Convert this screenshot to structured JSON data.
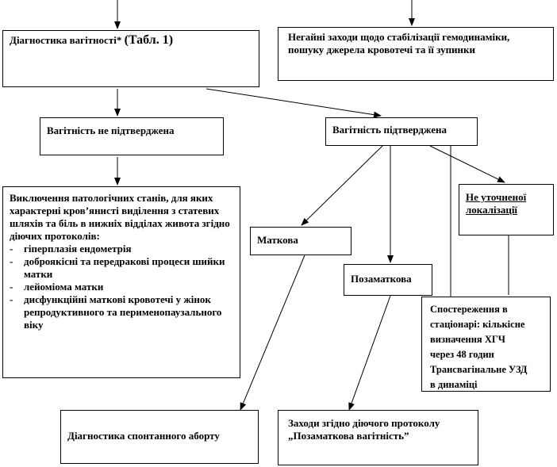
{
  "diagnostics": {
    "label": "Діагностика вагітності*",
    "table_ref": "(Табл. 1)"
  },
  "emergency": {
    "text": "Негайні заходи щодо стабілізації гемодинаміки, пошуку джерела кровотечі та її зупинки"
  },
  "not_confirmed": {
    "text": "Вагітність не підтверджена"
  },
  "confirmed": {
    "text": "Вагітність підтверджена"
  },
  "exclusion": {
    "intro": "Виключення патологічних станів, для яких характерні кров’янисті виділення з статевих шляхів та біль в нижніх відділах живота згідно діючих протоколів:",
    "items": [
      "гіперплазія ендометрія",
      "доброякісні та передракові процеси шийки матки",
      "лейоміома матки",
      "дисфункційні маткові кровотечі у жінок репродуктивного та перименопаузального віку"
    ]
  },
  "uterine": {
    "text": "Маткова"
  },
  "ectopic": {
    "text": "Позаматкова"
  },
  "unknown_location": {
    "line1": "Не уточненої",
    "line2": "локалізації"
  },
  "observation": {
    "line1": "Спостереження в",
    "line2": "стаціонарі: кількісне",
    "line3": "визначення ХГЧ",
    "line4": "через 48 годин",
    "line5": "Трансвагінальне УЗД",
    "line6": "в динаміці"
  },
  "spontaneous_abortion": {
    "text": "Діагностика спонтанного аборту"
  },
  "ectopic_protocol": {
    "line1": "Заходи згідно діючого протоколу",
    "line2": "„Позаматкова вагітність”"
  }
}
